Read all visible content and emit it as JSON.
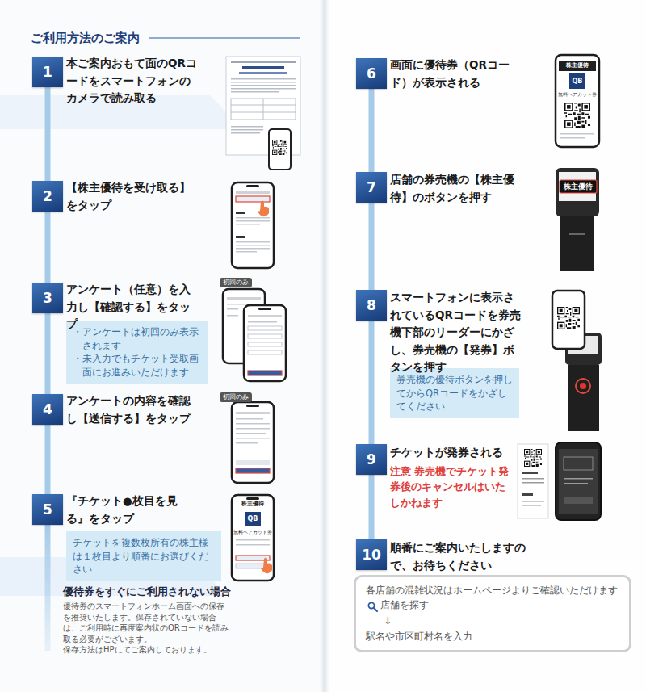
{
  "diagram": {
    "title": "ご利用方法のご案内",
    "nodes": [
      {
        "text": [
          "1"
        ]
      },
      {
        "text": [
          "2"
        ]
      },
      {
        "text": [
          "3"
        ]
      },
      {
        "text": [
          "初回のみ"
        ]
      },
      {
        "text": [
          "・アンケートは初回のみ表示されます",
          "・未入力でもチケット受取画面にお進みいただけます"
        ]
      },
      {
        "text": [
          "4"
        ]
      },
      {
        "text": [
          "初回のみ"
        ]
      },
      {
        "text": [
          "5"
        ]
      },
      {
        "text": [
          "チケットを複数枚所有の株主様は１枚目より順番にお選びください"
        ]
      },
      {
        "text": [
          "6"
        ]
      },
      {
        "text": [
          "7"
        ]
      },
      {
        "text": [
          "8"
        ]
      },
      {
        "text": [
          "券売機の優待ボタンを押してからQRコードをかざしてください"
        ]
      },
      {
        "text": [
          "9"
        ]
      },
      {
        "text": [
          "10"
        ]
      },
      {
        "text": [
          "各店舗の混雑状況はホームページよりご確認いただけます",
          "店舗を探す",
          "↓",
          "駅名や市区町村名を入力"
        ]
      }
    ],
    "edges": [
      {
        "from": 0,
        "to": 1,
        "arrow": "none"
      },
      {
        "from": 1,
        "to": 2,
        "arrow": "none"
      },
      {
        "from": 2,
        "to": 5,
        "arrow": "none"
      },
      {
        "from": 5,
        "to": 7,
        "arrow": "none"
      },
      {
        "from": 9,
        "to": 10,
        "arrow": "none"
      },
      {
        "from": 10,
        "to": 11,
        "arrow": "none"
      },
      {
        "from": 11,
        "to": 13,
        "arrow": "none"
      },
      {
        "from": 13,
        "to": 14,
        "arrow": "none"
      }
    ],
    "labels": [
      "本ご案内おもて面のQRコードをスマートフォンのカメラで読み取る",
      "【株主優待を受け取る】をタップ",
      "アンケート（任意）を入力し【確認する】をタップ",
      "アンケートの内容を確認し【送信する】をタップ",
      "『チケット●枚目を見る』をタップ",
      "株主優待",
      "QB",
      "無料ヘアカット券",
      "優待券をすぐにご利用されない場合",
      "優待券のスマートフォンホーム画面への保存を推奨いたします。保存されていない場合は、ご利用時に再度案内状のQRコードを読み取る必要がございます。",
      "保存方法はHPにてご案内しております。",
      "画面に優待券（QRコード）が表示される",
      "株主優待",
      "QB",
      "無料ヘアカット券",
      "店舗の券売機の【株主優待】のボタンを押す",
      "株主優待",
      "スマートフォンに表示されているQRコードを券売機下部のリーダーにかざし、券売機の【発券】ボタンを押す",
      "チケットが発券される",
      "注意 券売機でチケット発券後のキャンセルはいたしかねます",
      "順番にご案内いたしますので、お待ちください"
    ]
  }
}
